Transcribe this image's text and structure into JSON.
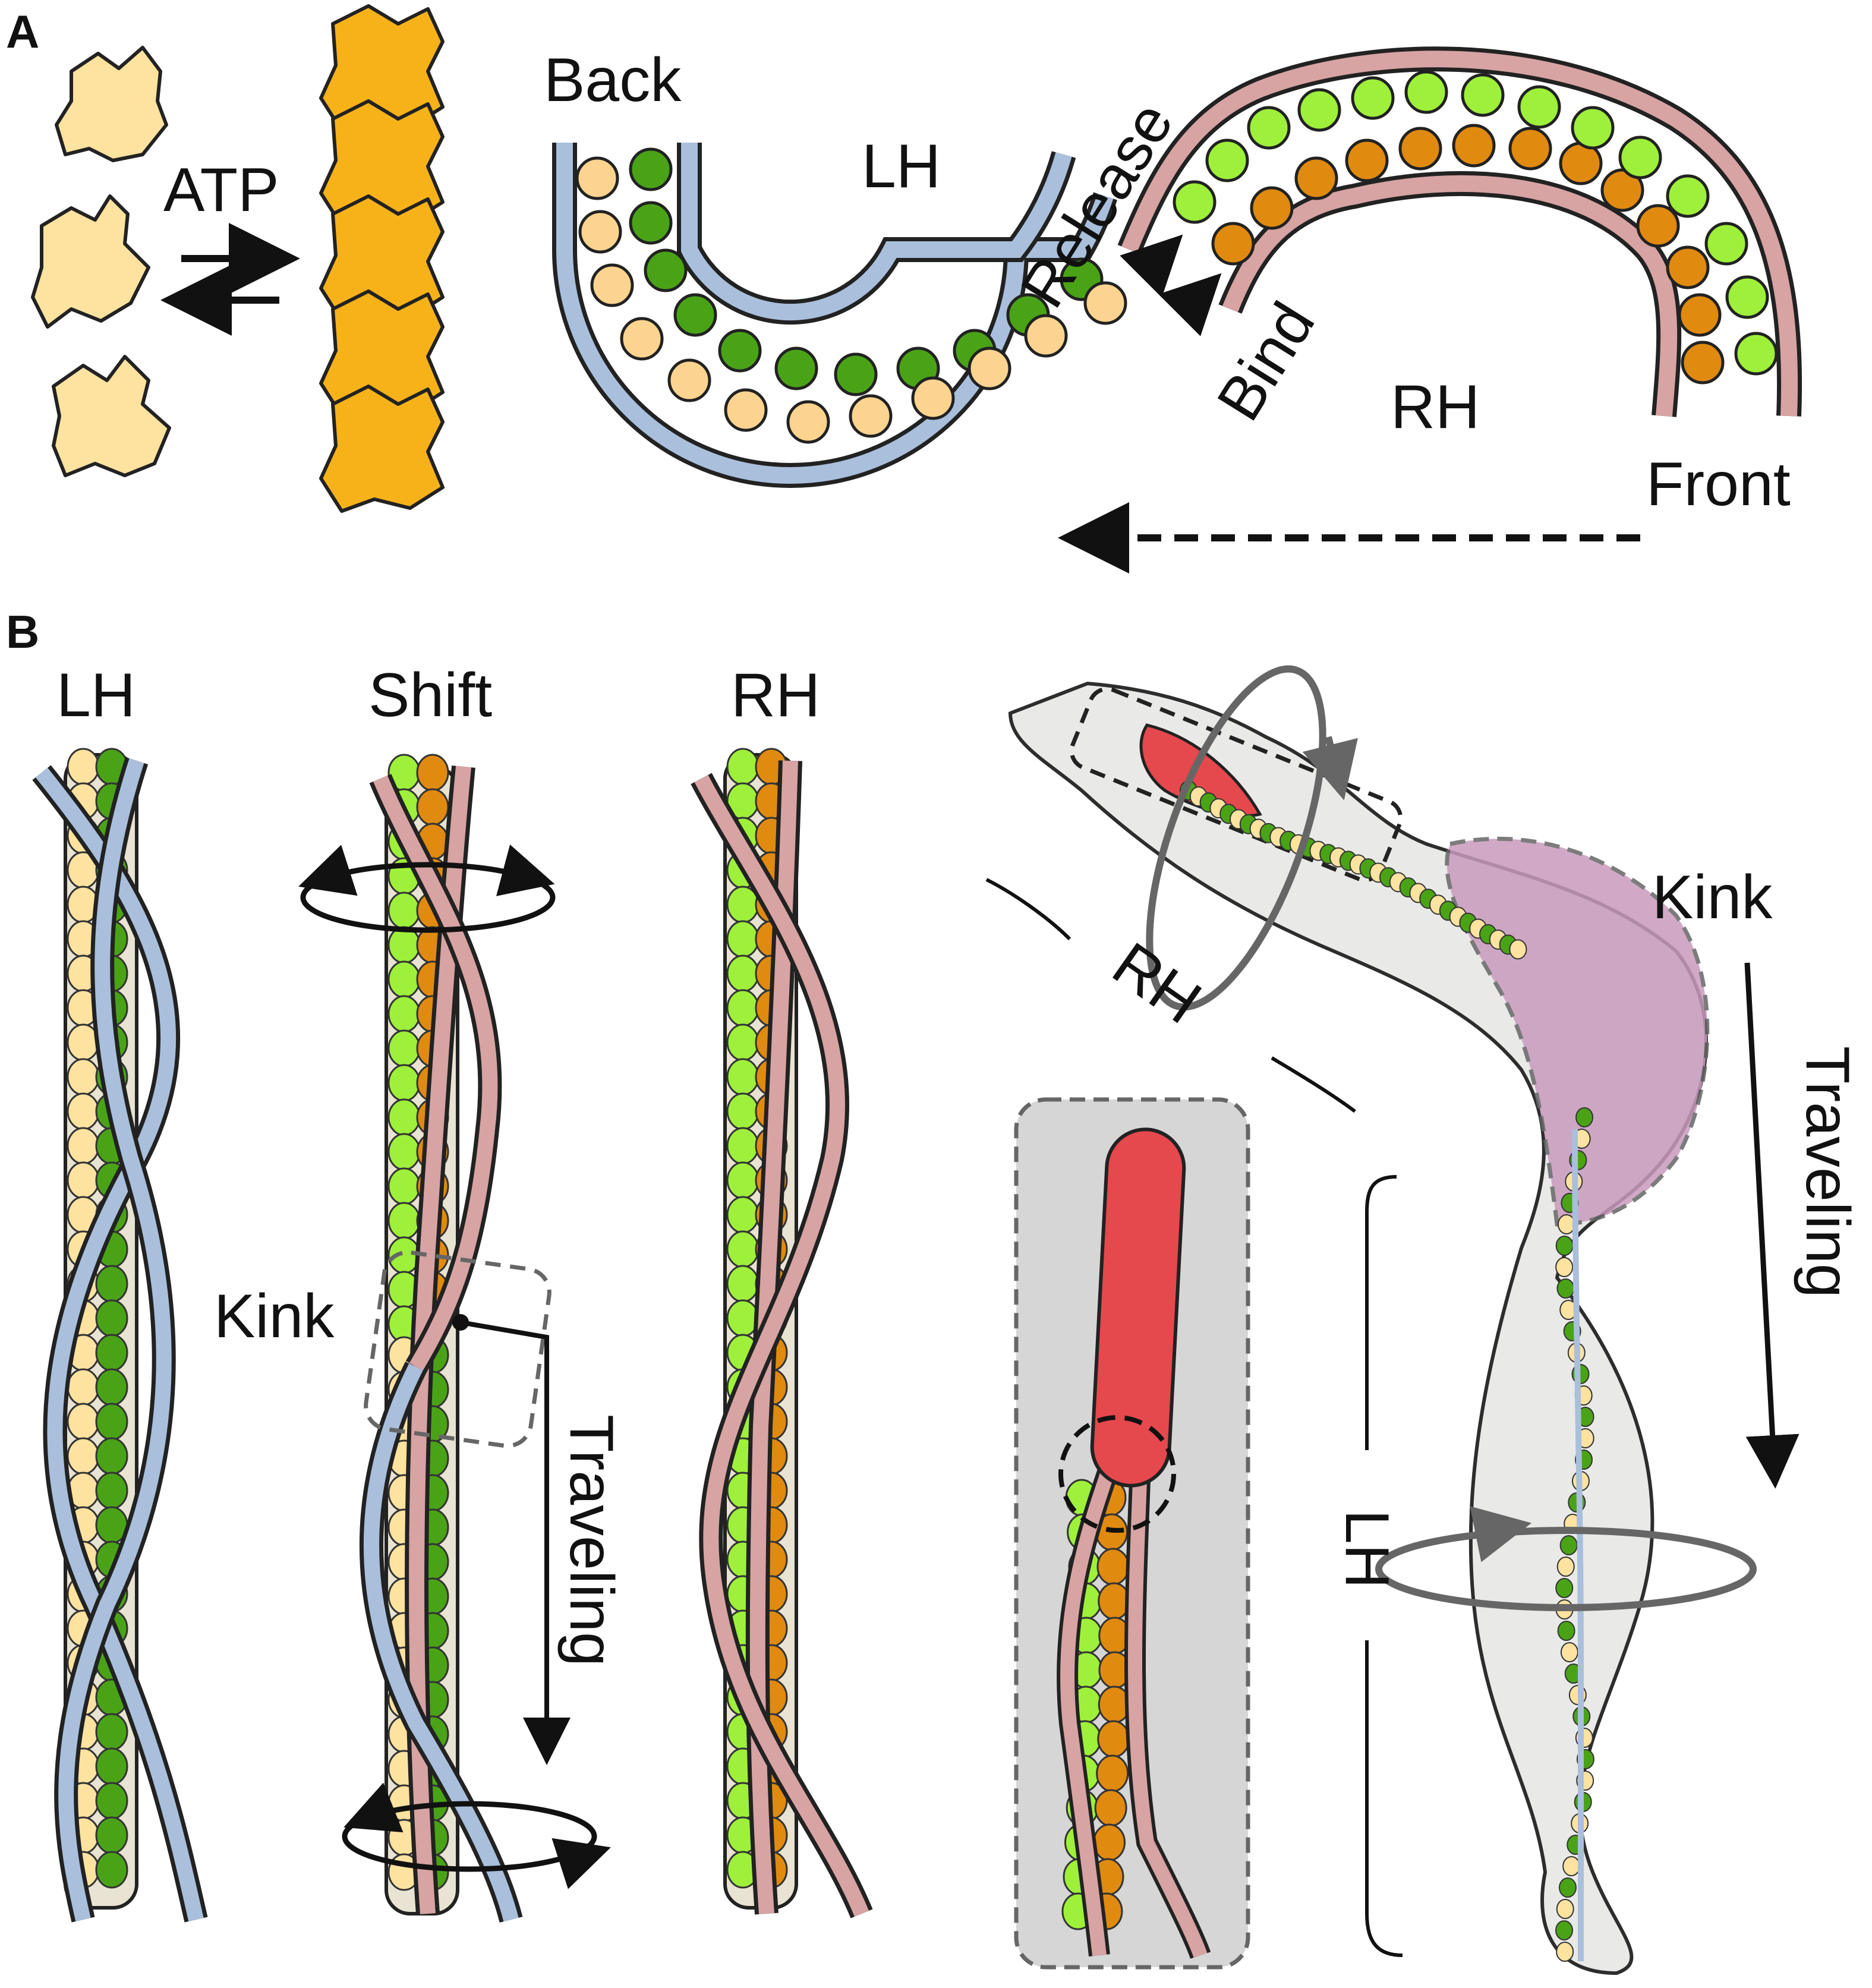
{
  "panel_a": {
    "letter": "A",
    "atp_label": "ATP",
    "back_label": "Back",
    "front_label": "Front",
    "lh_label": "LH",
    "rh_label": "RH",
    "release_label": "Release",
    "bind_label": "Bind"
  },
  "panel_b": {
    "letter": "B",
    "col_lh": "LH",
    "col_shift": "Shift",
    "col_rh": "RH",
    "kink_label": "Kink",
    "traveling_label": "Traveling",
    "right_kink_label": "Kink",
    "right_traveling_label": "Traveling",
    "right_rh_label": "RH",
    "right_lh_label": "LH"
  },
  "colors": {
    "monomer_light": "#fde2a0",
    "monomer_orange": "#f7b21a",
    "dark_green": "#4aa317",
    "light_green": "#9ef03a",
    "amber": "#e08a10",
    "pale_amber": "#fdd48f",
    "blue_strand": "#a9bfdc",
    "pink_strand": "#d7a3a3",
    "red_cap": "#e5484d",
    "kink_purple": "#b07aa5",
    "inset_gray": "#d6d6d6"
  }
}
